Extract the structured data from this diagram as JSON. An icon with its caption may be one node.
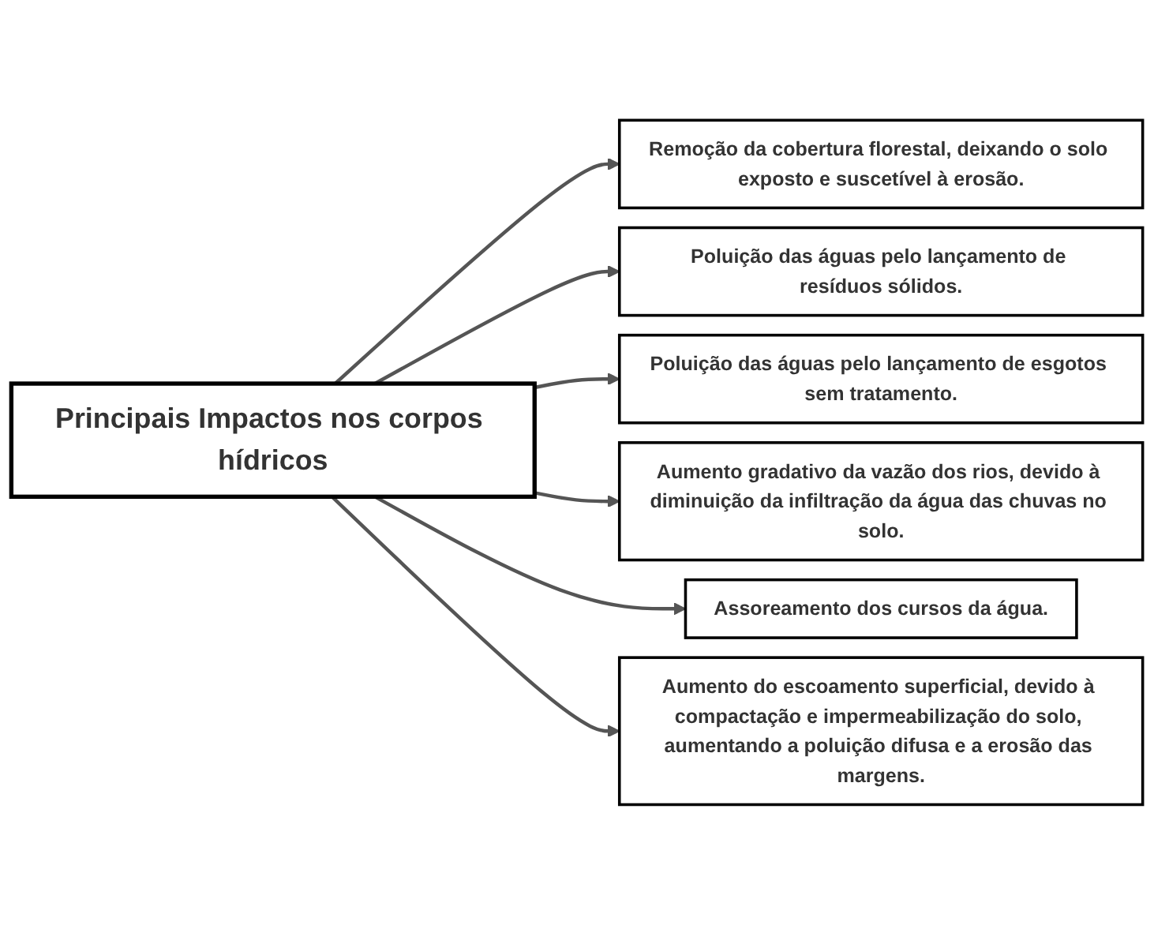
{
  "diagram": {
    "nodes": [
      {
        "text": [
          "Principais Impactos nos corpos hídricos"
        ]
      },
      {
        "text": [
          "Remoção da cobertura florestal, deixando o solo exposto e suscetível à erosão."
        ]
      },
      {
        "text": [
          "Poluição das águas pelo lançamento de resíduos sólidos."
        ]
      },
      {
        "text": [
          "Poluição das águas pelo lançamento de esgotos sem tratamento."
        ]
      },
      {
        "text": [
          "Aumento gradativo da vazão dos rios, devido à diminuição da infiltração da água das chuvas no solo."
        ]
      },
      {
        "text": [
          "Assoreamento dos cursos da água."
        ]
      },
      {
        "text": [
          "Aumento do escoamento superficial, devido à compactação e impermeabilização do solo, aumentando a poluição difusa e a erosão das margens."
        ]
      }
    ],
    "edges": [
      {
        "from": 0,
        "to": 1,
        "arrow": "to"
      },
      {
        "from": 0,
        "to": 2,
        "arrow": "to"
      },
      {
        "from": 0,
        "to": 3,
        "arrow": "to"
      },
      {
        "from": 0,
        "to": 4,
        "arrow": "to"
      },
      {
        "from": 0,
        "to": 5,
        "arrow": "to"
      },
      {
        "from": 0,
        "to": 6,
        "arrow": "to"
      }
    ]
  }
}
